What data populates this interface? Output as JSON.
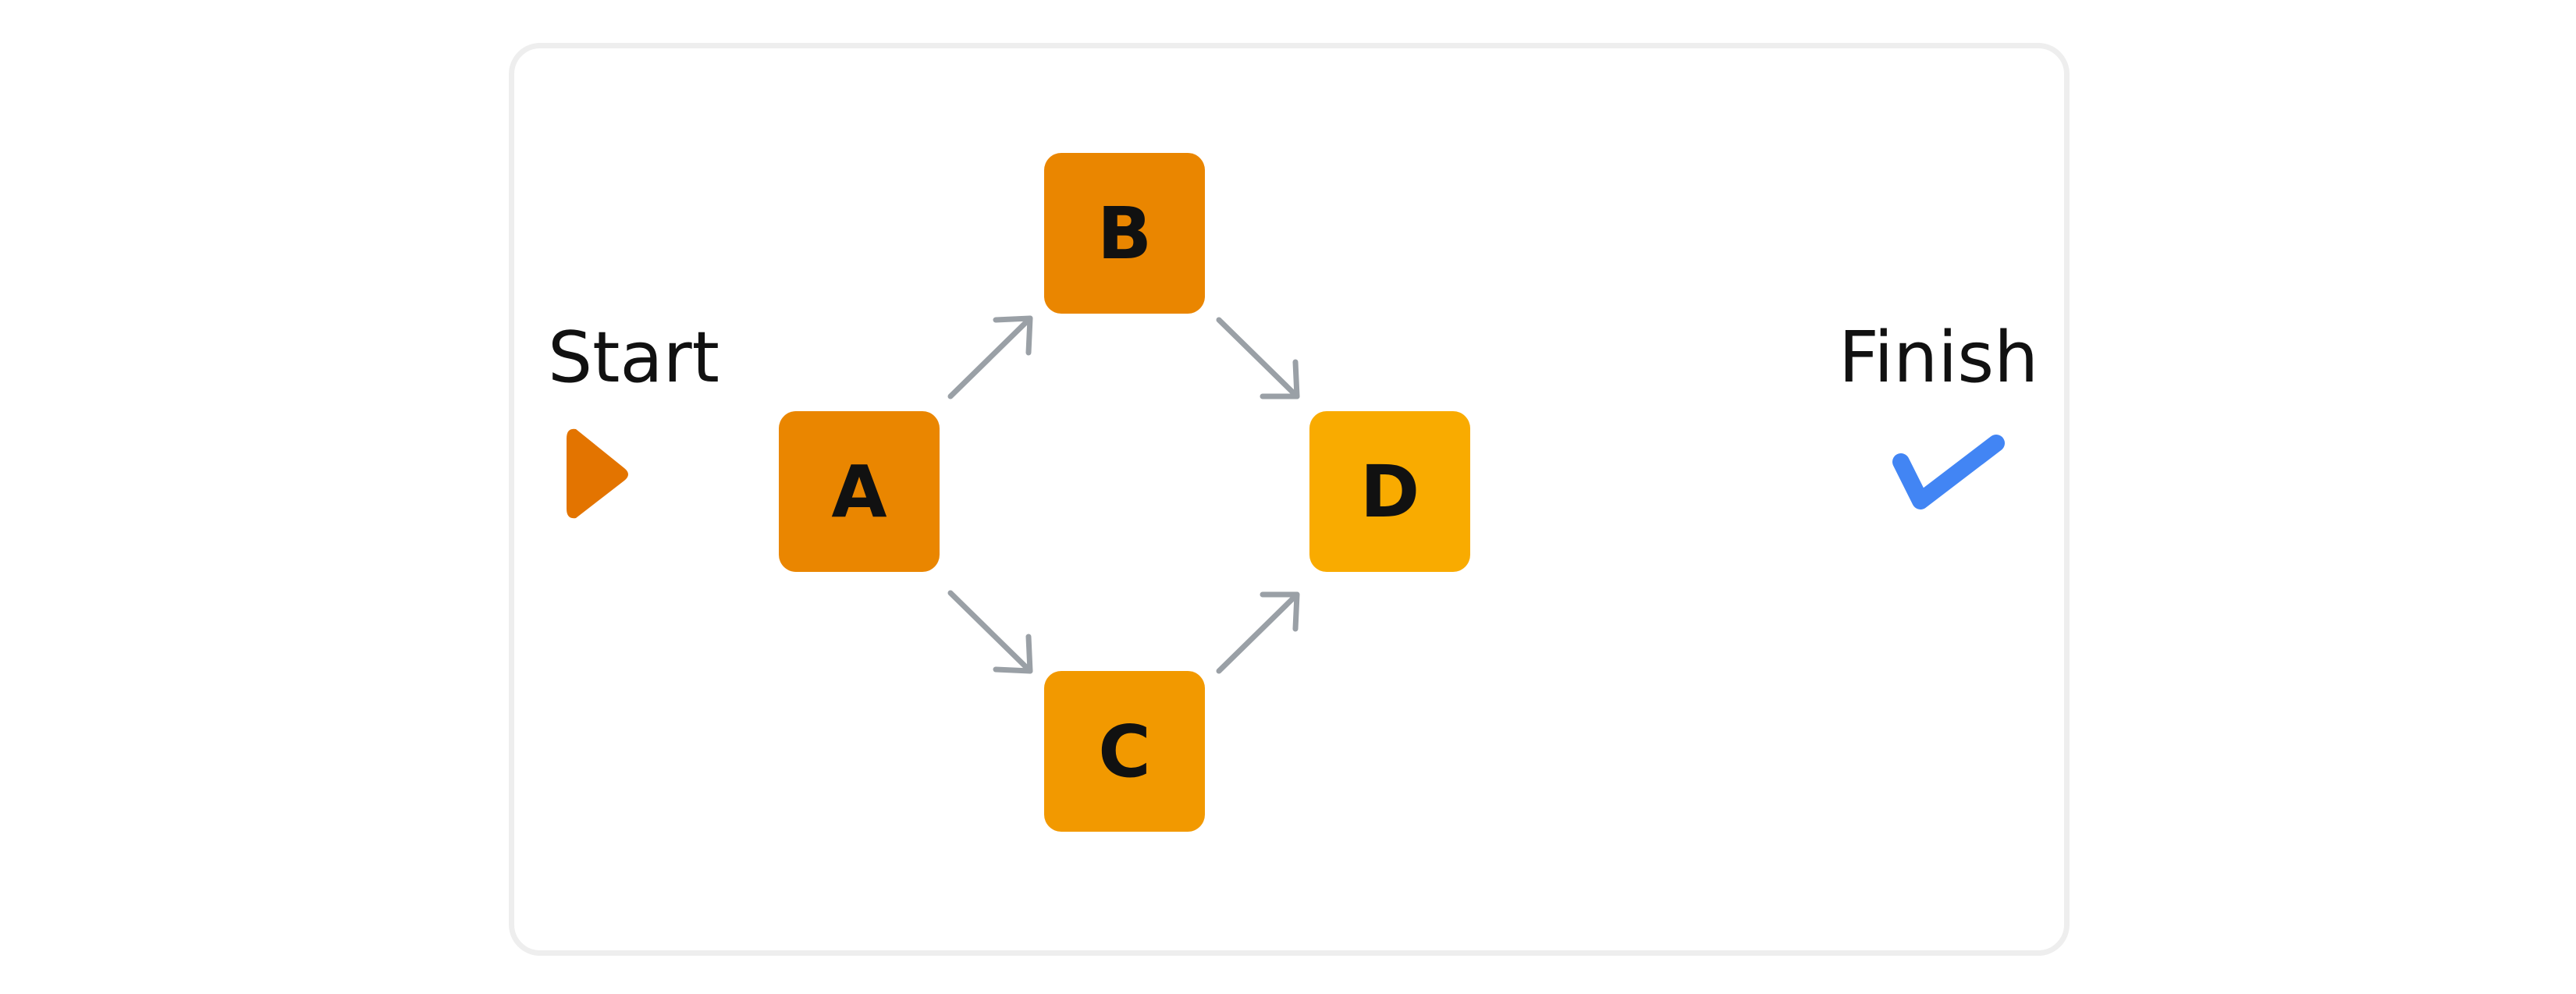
{
  "diagram": {
    "start": {
      "label": "Start",
      "icon": "play-triangle-icon",
      "icon_color": "#E37400"
    },
    "finish": {
      "label": "Finish",
      "icon": "checkmark-icon",
      "icon_color": "#4285F4"
    },
    "nodes": [
      {
        "id": "A",
        "label": "A",
        "color": "#EA8600"
      },
      {
        "id": "B",
        "label": "B",
        "color": "#EA8600"
      },
      {
        "id": "C",
        "label": "C",
        "color": "#F29900"
      },
      {
        "id": "D",
        "label": "D",
        "color": "#F9AB00"
      }
    ],
    "edges": [
      {
        "from": "A",
        "to": "B"
      },
      {
        "from": "A",
        "to": "C"
      },
      {
        "from": "B",
        "to": "D"
      },
      {
        "from": "C",
        "to": "D"
      }
    ],
    "arrow_color": "#9AA0A6",
    "frame_color": "#EEEEEE"
  }
}
